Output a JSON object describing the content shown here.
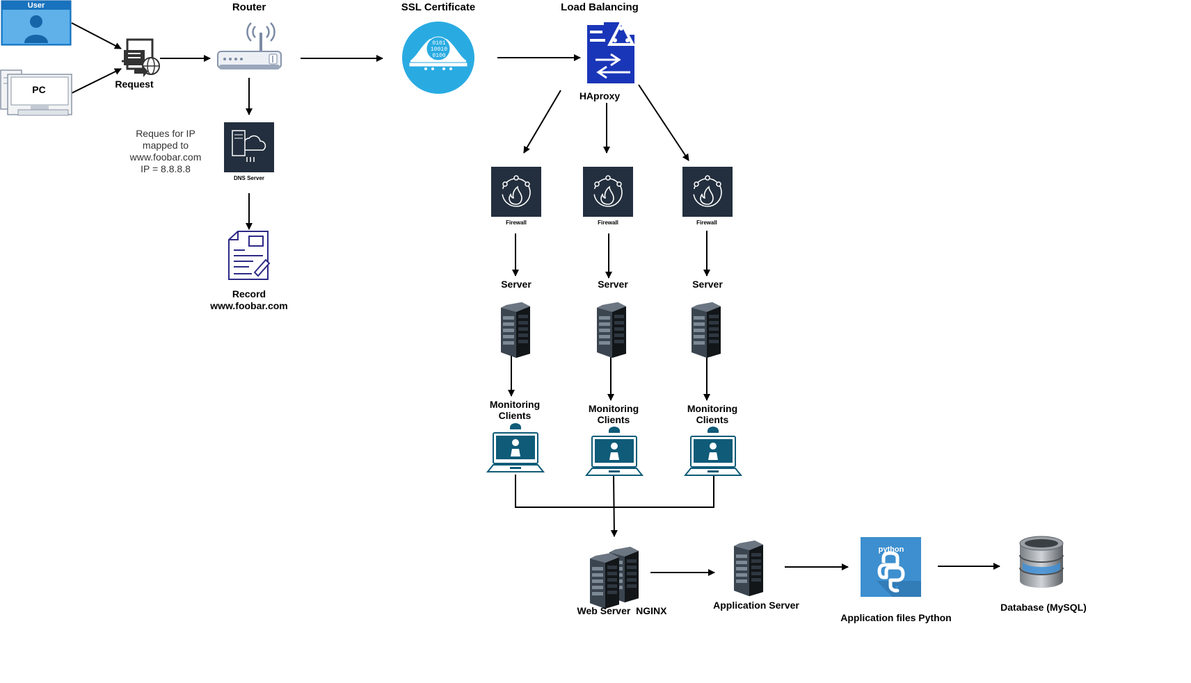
{
  "user_label": "User",
  "pc_label": "PC",
  "request_label": "Request",
  "router_label": "Router",
  "ssl_label": "SSL Certificate",
  "ssl_bits": [
    "0101",
    "10010",
    "0100"
  ],
  "lb_label": "Load Balancing",
  "haproxy_label": "HAproxy",
  "dns_note": [
    "Reques for IP",
    "mapped to",
    "www.foobar.com",
    "IP = 8.8.8.8"
  ],
  "dns_label": "DNS Server",
  "record_label": [
    "Record",
    "www.foobar.com"
  ],
  "firewall_label": "Firewall",
  "server_label": "Server",
  "monitoring_label": [
    "Monitoring",
    "Clients"
  ],
  "webserver_label": "Web Server  NGINX",
  "appserver_label": "Application Server",
  "python_logo_text": "python",
  "appfiles_label": "Application files Python",
  "database_label": "Database (MySQL)",
  "colors": {
    "user_blue": "#1e88d6",
    "ssl_cyan": "#29abe2",
    "haproxy_navy": "#1a36b8",
    "dark_tile": "#232f3e",
    "teal": "#0f5b78",
    "python_blue": "#3d8fcf"
  }
}
